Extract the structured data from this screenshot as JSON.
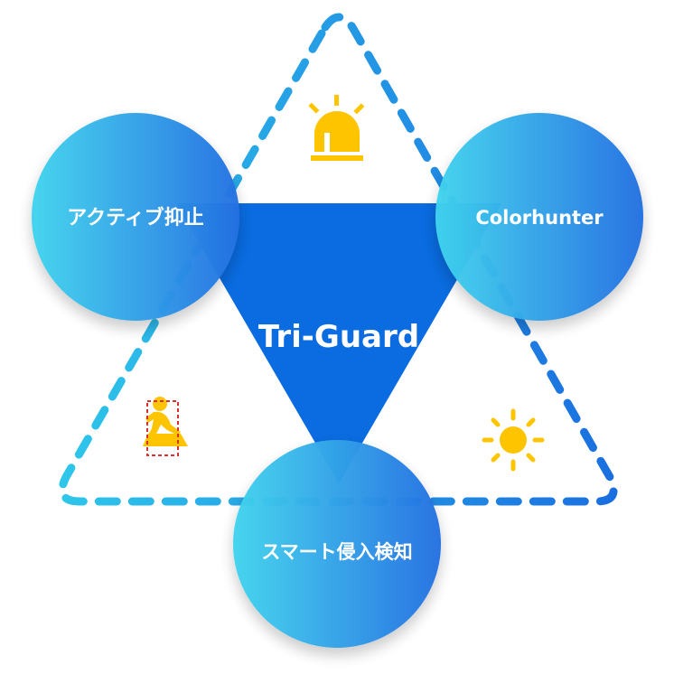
{
  "center": {
    "title": "Tri-Guard"
  },
  "nodes": [
    {
      "label": "アクティブ抑止"
    },
    {
      "label": "Colorhunter"
    },
    {
      "label": "スマート侵入検知"
    }
  ],
  "icons": [
    "alarm-light-icon",
    "person-detection-icon",
    "sun-icon"
  ],
  "colors": {
    "triangle": "#0a6ce0",
    "circle_start": "#41d4ee",
    "circle_end": "#2470e2",
    "dash_start": "#2ec6ea",
    "dash_end": "#1a6fe0",
    "icon": "#ffc400",
    "detect_box": "#d9302c"
  }
}
